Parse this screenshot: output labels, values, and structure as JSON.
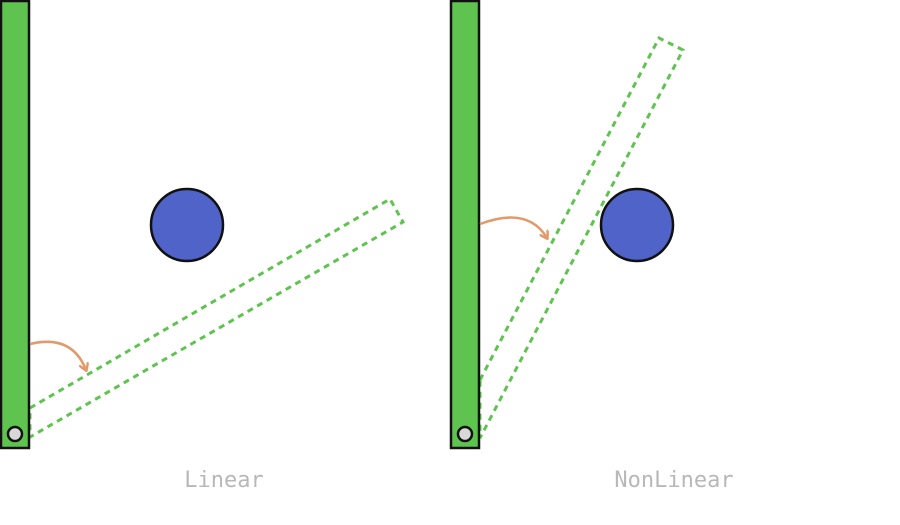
{
  "colors": {
    "background": "#ffffff",
    "bar_fill": "#5fc44f",
    "bar_stroke": "#111111",
    "ghost_stroke": "#5fc44f",
    "ball_fill": "#4f63c8",
    "ball_stroke": "#111111",
    "pivot_fill": "#d8d8d8",
    "arrow": "#e29a6a",
    "caption": "#b8b8b8"
  },
  "panels": [
    {
      "id": "linear",
      "caption": "Linear"
    },
    {
      "id": "nonlinear",
      "caption": "NonLinear"
    }
  ]
}
